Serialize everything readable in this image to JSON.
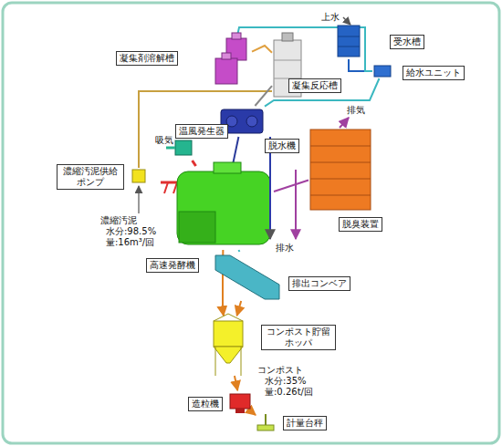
{
  "diagram": {
    "nodes": [
      {
        "text": [
          "凝集剤溶解槽"
        ]
      },
      {
        "text": [
          "受水槽"
        ]
      },
      {
        "text": [
          "給水ユニット"
        ]
      },
      {
        "text": [
          "凝集反応槽"
        ]
      },
      {
        "text": [
          "温風発生器"
        ]
      },
      {
        "text": [
          "脱水機"
        ]
      },
      {
        "text": [
          "濃縮汚泥供給 ポンプ"
        ]
      },
      {
        "text": [
          "脱臭装置"
        ]
      },
      {
        "text": [
          "高速発酵機"
        ]
      },
      {
        "text": [
          "排出コンベア"
        ]
      },
      {
        "text": [
          "コンポスト貯留 ホッパ"
        ]
      },
      {
        "text": [
          "造粒機"
        ]
      },
      {
        "text": [
          "計量台秤"
        ]
      }
    ],
    "edges": [
      {
        "from": 1,
        "to": 2,
        "arrow": "none"
      },
      {
        "from": 2,
        "to": 0,
        "arrow": "none"
      },
      {
        "from": 2,
        "to": 5,
        "arrow": "none"
      },
      {
        "from": 0,
        "to": 3,
        "arrow": "none"
      },
      {
        "from": 6,
        "to": 3,
        "arrow": "none"
      },
      {
        "from": 3,
        "to": 5,
        "arrow": "none"
      },
      {
        "from": 5,
        "to": 8,
        "arrow": "none"
      },
      {
        "from": 4,
        "to": 8,
        "arrow": "none"
      },
      {
        "from": 8,
        "to": 7,
        "arrow": "none"
      },
      {
        "from": 8,
        "to": 9,
        "arrow": "none"
      },
      {
        "from": 8,
        "to": 10,
        "arrow": "to"
      },
      {
        "from": 9,
        "to": 10,
        "arrow": "to"
      },
      {
        "from": 10,
        "to": 11,
        "arrow": "to"
      },
      {
        "from": 11,
        "to": 12,
        "arrow": "to"
      }
    ],
    "labels": [
      "上水",
      "排気",
      "吸気",
      "排水",
      "濃縮汚泥",
      "水分:98.5%",
      "量:16m³/回",
      "コンポスト",
      "水分:35%",
      "量:0.26t/回"
    ]
  }
}
